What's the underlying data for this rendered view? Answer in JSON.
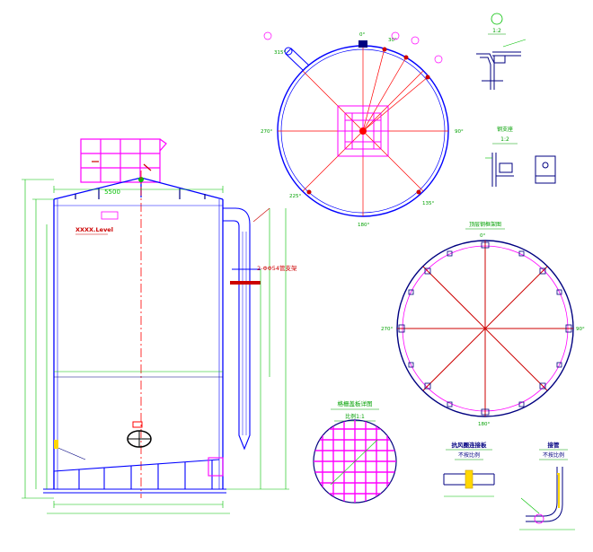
{
  "colors": {
    "outline": "#0000ff",
    "centerline": "#ff0000",
    "grating": "#ff00ff",
    "dimension": "#00c000",
    "label": "#cc0000",
    "annotation": "#000080",
    "weld": "#c8a000"
  },
  "elevation": {
    "level_tag": "XXXX.Level",
    "nozzle_label": "2-ΦΦ54管支架",
    "top_dim": "5500"
  },
  "top_plan": {
    "angles": {
      "a0": "0°",
      "a90": "90°",
      "a180": "180°",
      "a270": "270°",
      "a315": "315°",
      "a30": "30°",
      "a135": "135°",
      "a225": "225°"
    }
  },
  "roof_plan": {
    "title": "顶层钢框架图",
    "angles": {
      "a0": "0°",
      "a90": "90°",
      "a180": "180°",
      "a270": "270°"
    }
  },
  "grating_detail": {
    "title": "格栅盖板详图",
    "scale": "比例1:1"
  },
  "detail_1": {
    "label": "1:2"
  },
  "detail_2": {
    "title": "钢支座",
    "label": "1:2"
  },
  "detail_3": {
    "title": "抗风圈连接板",
    "subtitle": "不按比例"
  },
  "detail_4": {
    "title": "接管",
    "subtitle": "不按比例"
  }
}
